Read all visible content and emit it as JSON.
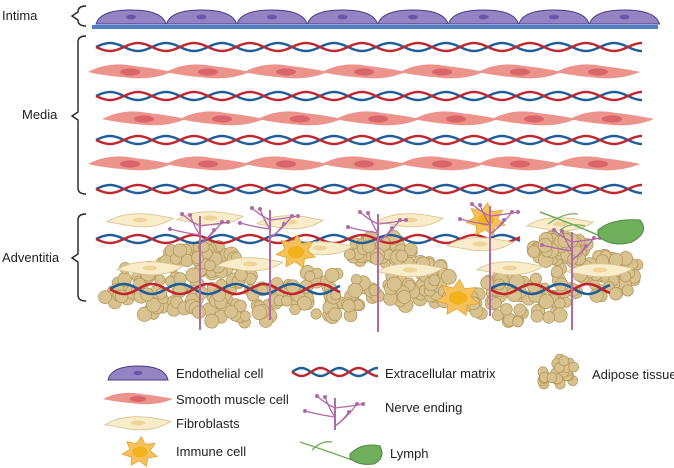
{
  "layers": {
    "intima": "Intima",
    "media": "Media",
    "adventitia": "Adventitia"
  },
  "legend": {
    "endothelial": "Endothelial cell",
    "smooth_muscle": "Smooth muscle cell",
    "fibroblasts": "Fibroblasts",
    "immune": "Immune cell",
    "ecm": "Extracellular matrix",
    "nerve": "Nerve ending",
    "lymph": "Lymph",
    "adipose": "Adipose tissue"
  },
  "colors": {
    "endothelial_fill": "#9484c4",
    "endothelial_nucleus": "#6a55a8",
    "basement": "#4a7fc9",
    "muscle_fill": "#ec938b",
    "muscle_nucleus": "#d9656b",
    "ecm_red": "#c0262d",
    "ecm_blue": "#1f5d99",
    "fibro_fill": "#f8ecc9",
    "fibro_nucleus": "#efd49a",
    "nerve": "#b06aa8",
    "adipose": "#d8c290",
    "immune_fill": "#f6c15a",
    "immune_nucleus": "#f2b21c",
    "lymph": "#6fae5a"
  }
}
